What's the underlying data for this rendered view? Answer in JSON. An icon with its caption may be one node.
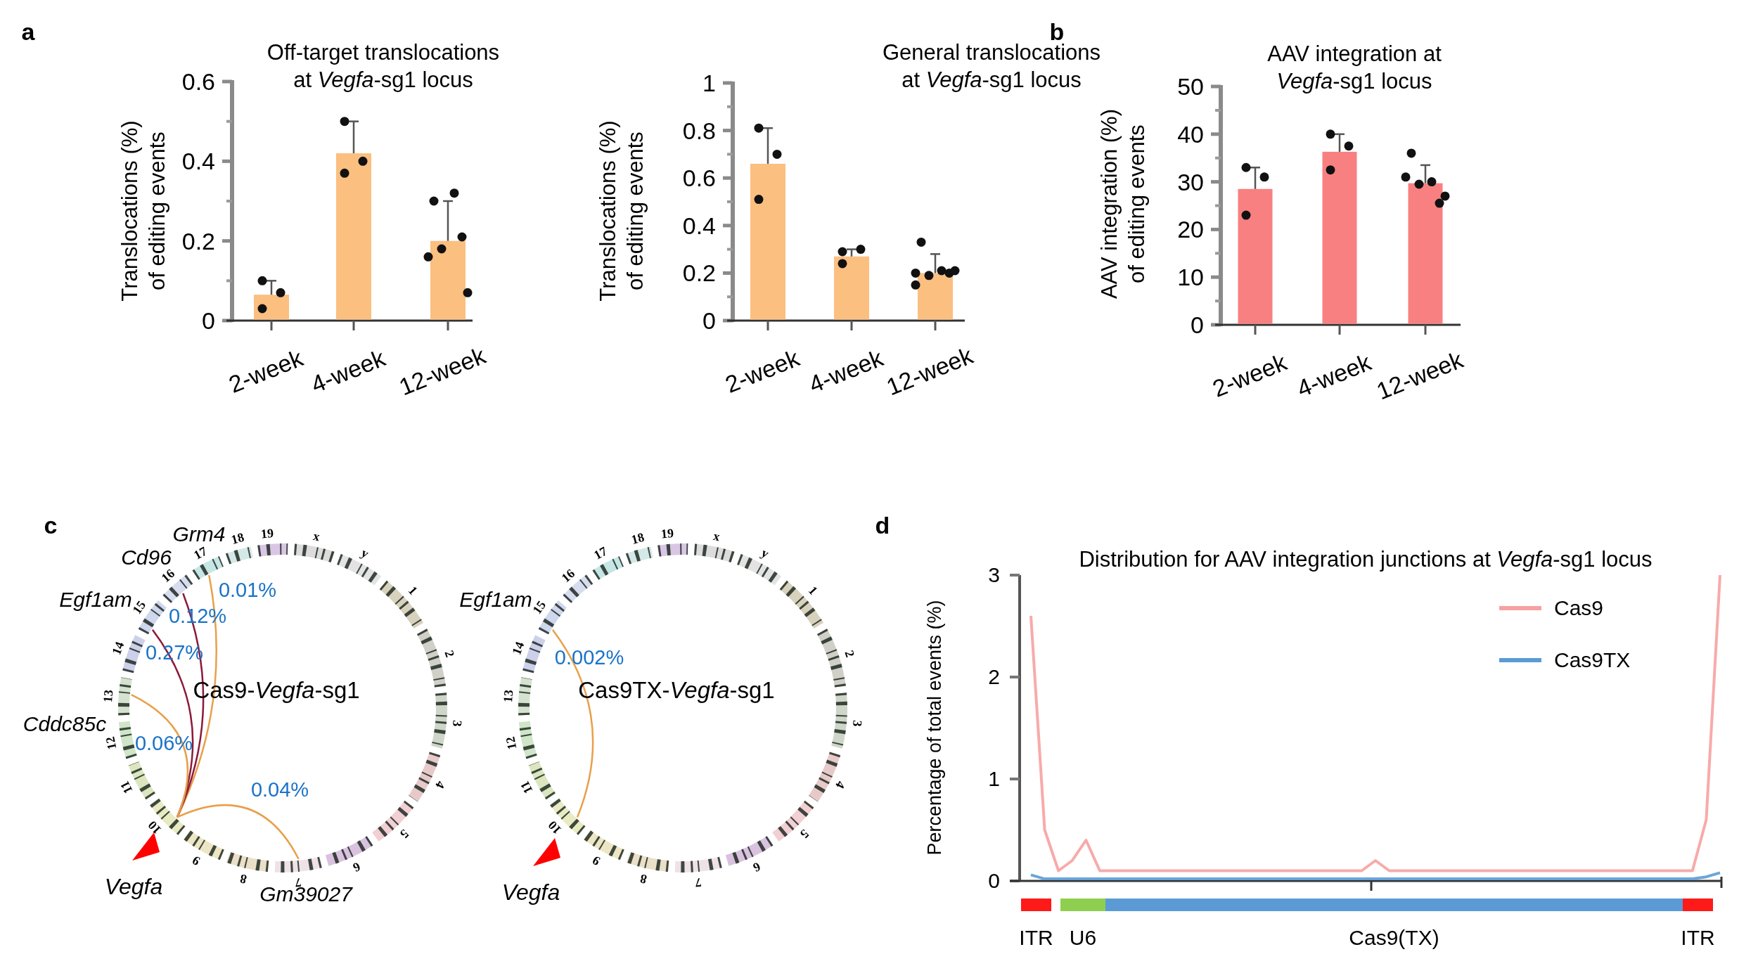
{
  "diagram": {
    "nodes": [
      {
        "text": [
          "ITR"
        ]
      },
      {
        "text": [
          "U6"
        ]
      },
      {
        "text": [
          "Cas9(TX)"
        ]
      },
      {
        "text": [
          "ITR"
        ]
      }
    ],
    "labels": [
      "a",
      "b",
      "c",
      "d",
      "Grm4",
      "Cd96",
      "Egf1am",
      "Cddc85c",
      "Vegfa",
      "Gm39027",
      "0.01%",
      "0.12%",
      "0.27%",
      "0.06%",
      "0.04%",
      "Cas9-*Vegfa*-sg1",
      "1",
      "2",
      "3",
      "4",
      "5",
      "6",
      "7",
      "8",
      "9",
      "10",
      "11",
      "12",
      "13",
      "14",
      "15",
      "16",
      "17",
      "18",
      "19",
      "x",
      "y",
      "Egf1am",
      "0.002%",
      "Cas9TX-*Vegfa*-sg1",
      "Vegfa",
      "1",
      "2",
      "3",
      "4",
      "5",
      "6",
      "7",
      "8",
      "9",
      "10",
      "11",
      "12",
      "13",
      "14",
      "15",
      "16",
      "17",
      "18",
      "19",
      "x",
      "y"
    ],
    "chart_data": [
      {
        "type": "bar",
        "title": "Off-target translocations at *Vegfa*-sg1 locus",
        "ylabel": "Translocations (%) of editing events",
        "categories": [
          "2-week",
          "4-week",
          "12-week"
        ],
        "series": [
          {
            "color": "#fbbf80",
            "values": [
              0.065,
              0.42,
              0.2
            ],
            "errors": [
              [
                0.065,
                0.1
              ],
              [
                0.42,
                0.5
              ],
              [
                0.2,
                0.3
              ]
            ]
          },
          {
            "type": "scatter",
            "color": "#111111",
            "values": [
              0.1,
              0.5,
              0.3
            ]
          },
          {
            "type": "scatter",
            "color": "#111111",
            "values": [
              0.07,
              0.4,
              0.32
            ]
          },
          {
            "type": "scatter",
            "color": "#111111",
            "values": [
              0.03,
              0.37,
              0.21
            ]
          },
          {
            "type": "scatter",
            "color": "#111111",
            "values": [
              null,
              null,
              0.16
            ]
          },
          {
            "type": "scatter",
            "color": "#111111",
            "values": [
              null,
              null,
              0.18
            ]
          },
          {
            "type": "scatter",
            "color": "#111111",
            "values": [
              null,
              null,
              0.07
            ]
          }
        ],
        "ylim": [
          0,
          0.6
        ],
        "yticks": [
          0,
          0.2,
          0.4,
          0.6
        ]
      },
      {
        "type": "bar",
        "title": "General translocations at *Vegfa*-sg1 locus",
        "ylabel": "Translocations (%) of editing events",
        "categories": [
          "2-week",
          "4-week",
          "12-week"
        ],
        "series": [
          {
            "color": "#fbbf80",
            "values": [
              0.66,
              0.27,
              0.2
            ],
            "errors": [
              [
                0.66,
                0.81
              ],
              [
                0.27,
                0.3
              ],
              [
                0.2,
                0.28
              ]
            ]
          },
          {
            "type": "scatter",
            "color": "#111111",
            "values": [
              0.81,
              0.29,
              0.33
            ]
          },
          {
            "type": "scatter",
            "color": "#111111",
            "values": [
              0.7,
              0.3,
              0.21
            ]
          },
          {
            "type": "scatter",
            "color": "#111111",
            "values": [
              0.51,
              0.24,
              0.2
            ]
          },
          {
            "type": "scatter",
            "color": "#111111",
            "values": [
              null,
              null,
              0.15
            ]
          },
          {
            "type": "scatter",
            "color": "#111111",
            "values": [
              null,
              null,
              0.19
            ]
          },
          {
            "type": "scatter",
            "color": "#111111",
            "values": [
              null,
              null,
              0.21
            ]
          },
          {
            "type": "scatter",
            "color": "#111111",
            "values": [
              null,
              null,
              0.2
            ]
          }
        ],
        "ylim": [
          0,
          1
        ],
        "yticks": [
          0,
          0.2,
          0.4,
          0.6,
          0.8,
          1.0
        ]
      },
      {
        "type": "bar",
        "title": "AAV integration at *Vegfa*-sg1 locus",
        "ylabel": "AAV integration (%) of editing events",
        "categories": [
          "2-week",
          "4-week",
          "12-week"
        ],
        "series": [
          {
            "color": "#f98080",
            "values": [
              28.5,
              36.3,
              29.7
            ],
            "errors": [
              [
                28.5,
                33
              ],
              [
                36.3,
                40
              ],
              [
                29.7,
                33.5
              ]
            ]
          },
          {
            "type": "scatter",
            "color": "#111111",
            "values": [
              33,
              40,
              36
            ]
          },
          {
            "type": "scatter",
            "color": "#111111",
            "values": [
              31,
              37.5,
              30
            ]
          },
          {
            "type": "scatter",
            "color": "#111111",
            "values": [
              23,
              32.5,
              25.5
            ]
          },
          {
            "type": "scatter",
            "color": "#111111",
            "values": [
              null,
              null,
              31
            ]
          },
          {
            "type": "scatter",
            "color": "#111111",
            "values": [
              null,
              null,
              29.5
            ]
          },
          {
            "type": "scatter",
            "color": "#111111",
            "values": [
              null,
              null,
              27
            ]
          }
        ],
        "ylim": [
          0,
          50
        ],
        "yticks": [
          0,
          10,
          20,
          30,
          40,
          50
        ]
      },
      {
        "type": "line",
        "title": "Distribution for AAV integration junctions at *Vegfa*-sg1 locus",
        "ylabel": "Percentage of total events (%)",
        "categories": [
          null,
          null,
          null,
          null,
          null,
          null,
          null,
          null,
          null,
          null,
          null,
          null,
          null,
          null,
          null,
          null,
          null,
          null,
          null,
          null,
          null,
          null,
          null,
          null,
          null,
          null,
          null,
          null,
          null,
          null,
          null,
          null,
          null,
          null,
          null,
          null,
          null,
          null,
          null,
          null,
          null,
          null,
          null,
          null,
          null,
          null,
          null,
          null,
          null,
          null,
          null
        ],
        "series": [
          {
            "name": "Cas9",
            "color": "#f7a1a1",
            "values": [
              2.6,
              0.5,
              0.1,
              0.2,
              0.4,
              0.1,
              0.1,
              0.1,
              0.1,
              0.1,
              0.1,
              0.1,
              0.1,
              0.1,
              0.1,
              0.1,
              0.1,
              0.1,
              0.1,
              0.1,
              0.1,
              0.1,
              0.1,
              0.1,
              0.1,
              0.2,
              0.1,
              0.1,
              0.1,
              0.1,
              0.1,
              0.1,
              0.1,
              0.1,
              0.1,
              0.1,
              0.1,
              0.1,
              0.1,
              0.1,
              0.1,
              0.1,
              0.1,
              0.1,
              0.1,
              0.1,
              0.1,
              0.1,
              0.1,
              0.6,
              3.0
            ]
          },
          {
            "name": "Cas9TX",
            "color": "#5b9bd5",
            "values": [
              0.06,
              0.02,
              0.02,
              0.02,
              0.02,
              0.02,
              0.02,
              0.02,
              0.02,
              0.02,
              0.02,
              0.02,
              0.02,
              0.02,
              0.02,
              0.02,
              0.02,
              0.02,
              0.02,
              0.02,
              0.02,
              0.02,
              0.02,
              0.02,
              0.02,
              0.02,
              0.02,
              0.02,
              0.02,
              0.02,
              0.02,
              0.02,
              0.02,
              0.02,
              0.02,
              0.02,
              0.02,
              0.02,
              0.02,
              0.02,
              0.02,
              0.02,
              0.02,
              0.02,
              0.02,
              0.02,
              0.02,
              0.02,
              0.02,
              0.04,
              0.08
            ]
          }
        ],
        "ylim": [
          0,
          3
        ],
        "yticks": [
          0,
          1,
          2,
          3
        ],
        "legend": "upper right"
      }
    ]
  }
}
